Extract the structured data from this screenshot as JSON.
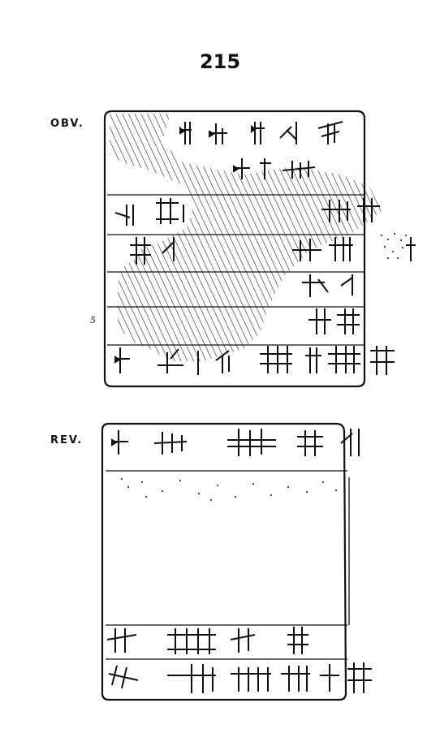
{
  "page": {
    "number": "215"
  },
  "obverse": {
    "label": "OBV.",
    "line_marker": "5"
  },
  "reverse": {
    "label": "REV."
  },
  "colors": {
    "ink": "#111111",
    "paper": "#ffffff"
  }
}
